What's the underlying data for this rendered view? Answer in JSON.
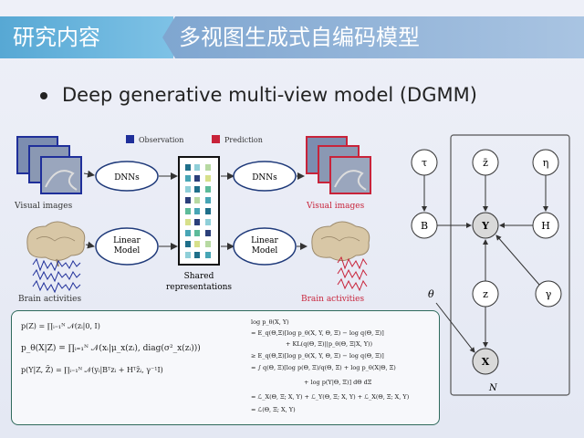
{
  "header": {
    "section": "研究内容",
    "title": "多视图生成式自编码模型"
  },
  "bullet": "Deep generative multi-view model (DGMM)",
  "diagram": {
    "legend_observation": "Observation",
    "legend_prediction": "Prediction",
    "visual_images": "Visual images",
    "visual_images_out": "Visual images",
    "brain_activities": "Brain activities",
    "brain_activities_out": "Brain activities",
    "dnns_left": "DNNs",
    "dnns_right": "DNNs",
    "linear_left_1": "Linear",
    "linear_left_2": "Model",
    "linear_right_1": "Linear",
    "linear_right_2": "Model",
    "shared_1": "Shared",
    "shared_2": "representations",
    "colors": {
      "observation": "#1f2f9a",
      "prediction": "#c8233a"
    }
  },
  "graph": {
    "tau": "τ",
    "zbar": "z̄",
    "eta": "η",
    "B": "B",
    "Y": "Y",
    "H": "H",
    "theta": "θ",
    "z": "z",
    "gamma": "γ",
    "X": "X",
    "N": "N"
  },
  "formulas": {
    "left": [
      "p(Z) = ∏ᵢ₌₁ᴺ 𝒩(zᵢ|0, I)",
      "p_θ(X|Z) = ∏ᵢ₌₁ᴺ 𝒩(xᵢ|μ_x(zᵢ), diag(σ²_x(zᵢ)))",
      "p(Y|Z, Z̄) = ∏ᵢ₌₁ᴺ 𝒩(yᵢ|Bᵀzᵢ + Hᵀz̄ᵢ, γ⁻¹I)"
    ],
    "right": [
      "log p_θ(X, Y)",
      "= E_q(Θ,Ξ)[log p_θ(X, Y, Θ, Ξ) − log q(Θ, Ξ)]",
      "+ KL(q(Θ, Ξ)||p_θ(Θ, Ξ|X, Y))",
      "≥ E_q(Θ,Ξ)[log p_θ(X, Y, Θ, Ξ) − log q(Θ, Ξ)]",
      "= ∫ q(Θ, Ξ)[log p(Θ, Ξ)/q(Θ, Ξ) + log p_θ(X|Θ, Ξ)",
      "+ log p(Y|Θ, Ξ)] dΘ dΞ",
      "= ℒ_X(Θ, Ξ; X, Y) + ℒ_Y(Θ, Ξ; X, Y) + ℒ_X(Θ, Ξ; X, Y)",
      "= ℒ(Θ, Ξ; X, Y)"
    ]
  }
}
